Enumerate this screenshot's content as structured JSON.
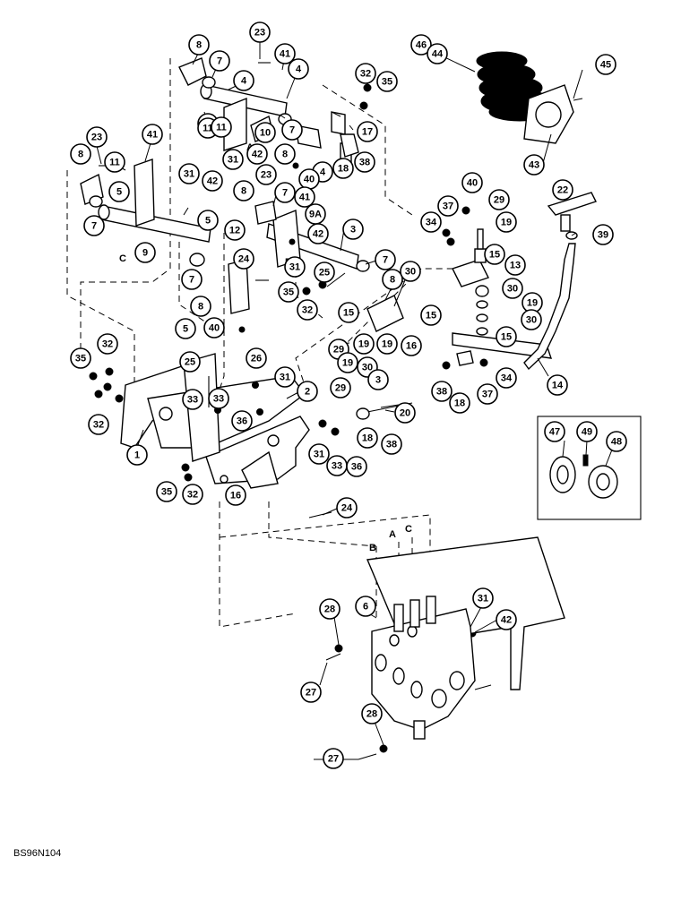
{
  "drawing_code": "BS96N104",
  "section_labels": [
    "A",
    "B",
    "C"
  ],
  "callouts": [
    "1",
    "2",
    "3",
    "4",
    "5",
    "6",
    "7",
    "8",
    "9",
    "9A",
    "10",
    "11",
    "12",
    "13",
    "14",
    "15",
    "16",
    "17",
    "18",
    "19",
    "20",
    "22",
    "23",
    "24",
    "25",
    "26",
    "27",
    "28",
    "29",
    "30",
    "31",
    "32",
    "33",
    "34",
    "35",
    "36",
    "37",
    "38",
    "39",
    "40",
    "41",
    "42",
    "43",
    "44",
    "45",
    "46",
    "47",
    "48",
    "49"
  ],
  "colors": {
    "ink": "#000000",
    "paper": "#ffffff"
  }
}
